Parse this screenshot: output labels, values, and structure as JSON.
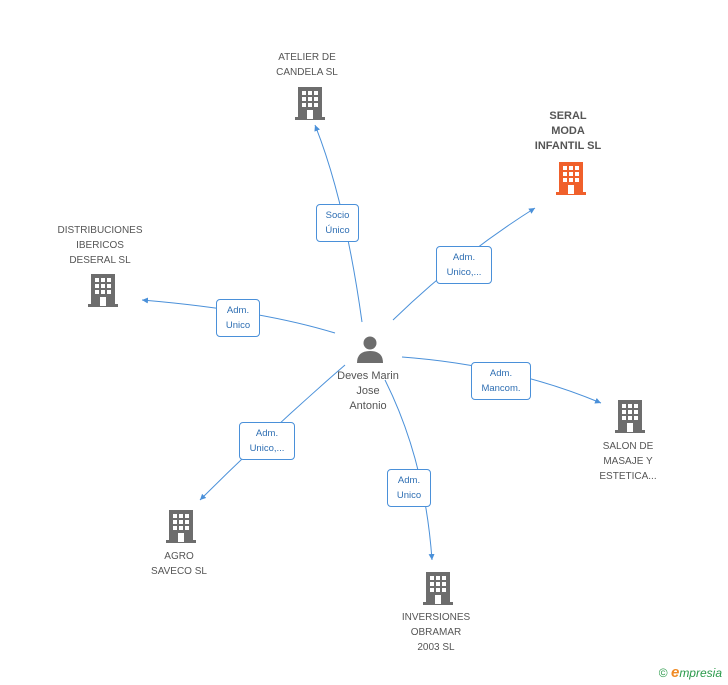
{
  "center": {
    "name_lines": [
      "Deves Marin",
      "Jose",
      "Antonio"
    ],
    "icon": "person-icon"
  },
  "companies": [
    {
      "id": "atelier",
      "lines": [
        "ATELIER DE",
        "CANDELA SL"
      ],
      "icon": "building-icon",
      "focus": false
    },
    {
      "id": "seral",
      "lines": [
        "SERAL",
        "MODA",
        "INFANTIL SL"
      ],
      "icon": "building-icon",
      "focus": true,
      "color": "#f0602b"
    },
    {
      "id": "distribuciones",
      "lines": [
        "DISTRIBUCIONES",
        "IBERICOS",
        "DESERAL SL"
      ],
      "icon": "building-icon",
      "focus": false
    },
    {
      "id": "salon",
      "lines": [
        "SALON DE",
        "MASAJE Y",
        "ESTETICA..."
      ],
      "icon": "building-icon",
      "focus": false
    },
    {
      "id": "agro",
      "lines": [
        "AGRO",
        "SAVECO SL"
      ],
      "icon": "building-icon",
      "focus": false
    },
    {
      "id": "inversiones",
      "lines": [
        "INVERSIONES",
        "OBRAMAR",
        "2003 SL"
      ],
      "icon": "building-icon",
      "focus": false
    }
  ],
  "relations": [
    {
      "to": "atelier",
      "lines": [
        "Socio",
        "Único"
      ]
    },
    {
      "to": "seral",
      "lines": [
        "Adm.",
        "Unico,..."
      ]
    },
    {
      "to": "distribuciones",
      "lines": [
        "Adm.",
        "Unico"
      ]
    },
    {
      "to": "salon",
      "lines": [
        "Adm.",
        "Mancom."
      ]
    },
    {
      "to": "agro",
      "lines": [
        "Adm.",
        "Unico,..."
      ]
    },
    {
      "to": "inversiones",
      "lines": [
        "Adm.",
        "Unico"
      ]
    }
  ],
  "colors": {
    "edge": "#4a90d9",
    "building": "#6d6d6d",
    "focus_building": "#f0602b",
    "person": "#6d6d6d"
  },
  "footer": {
    "copyright": "©",
    "brand_initial": "e",
    "brand_rest": "mpresia"
  }
}
